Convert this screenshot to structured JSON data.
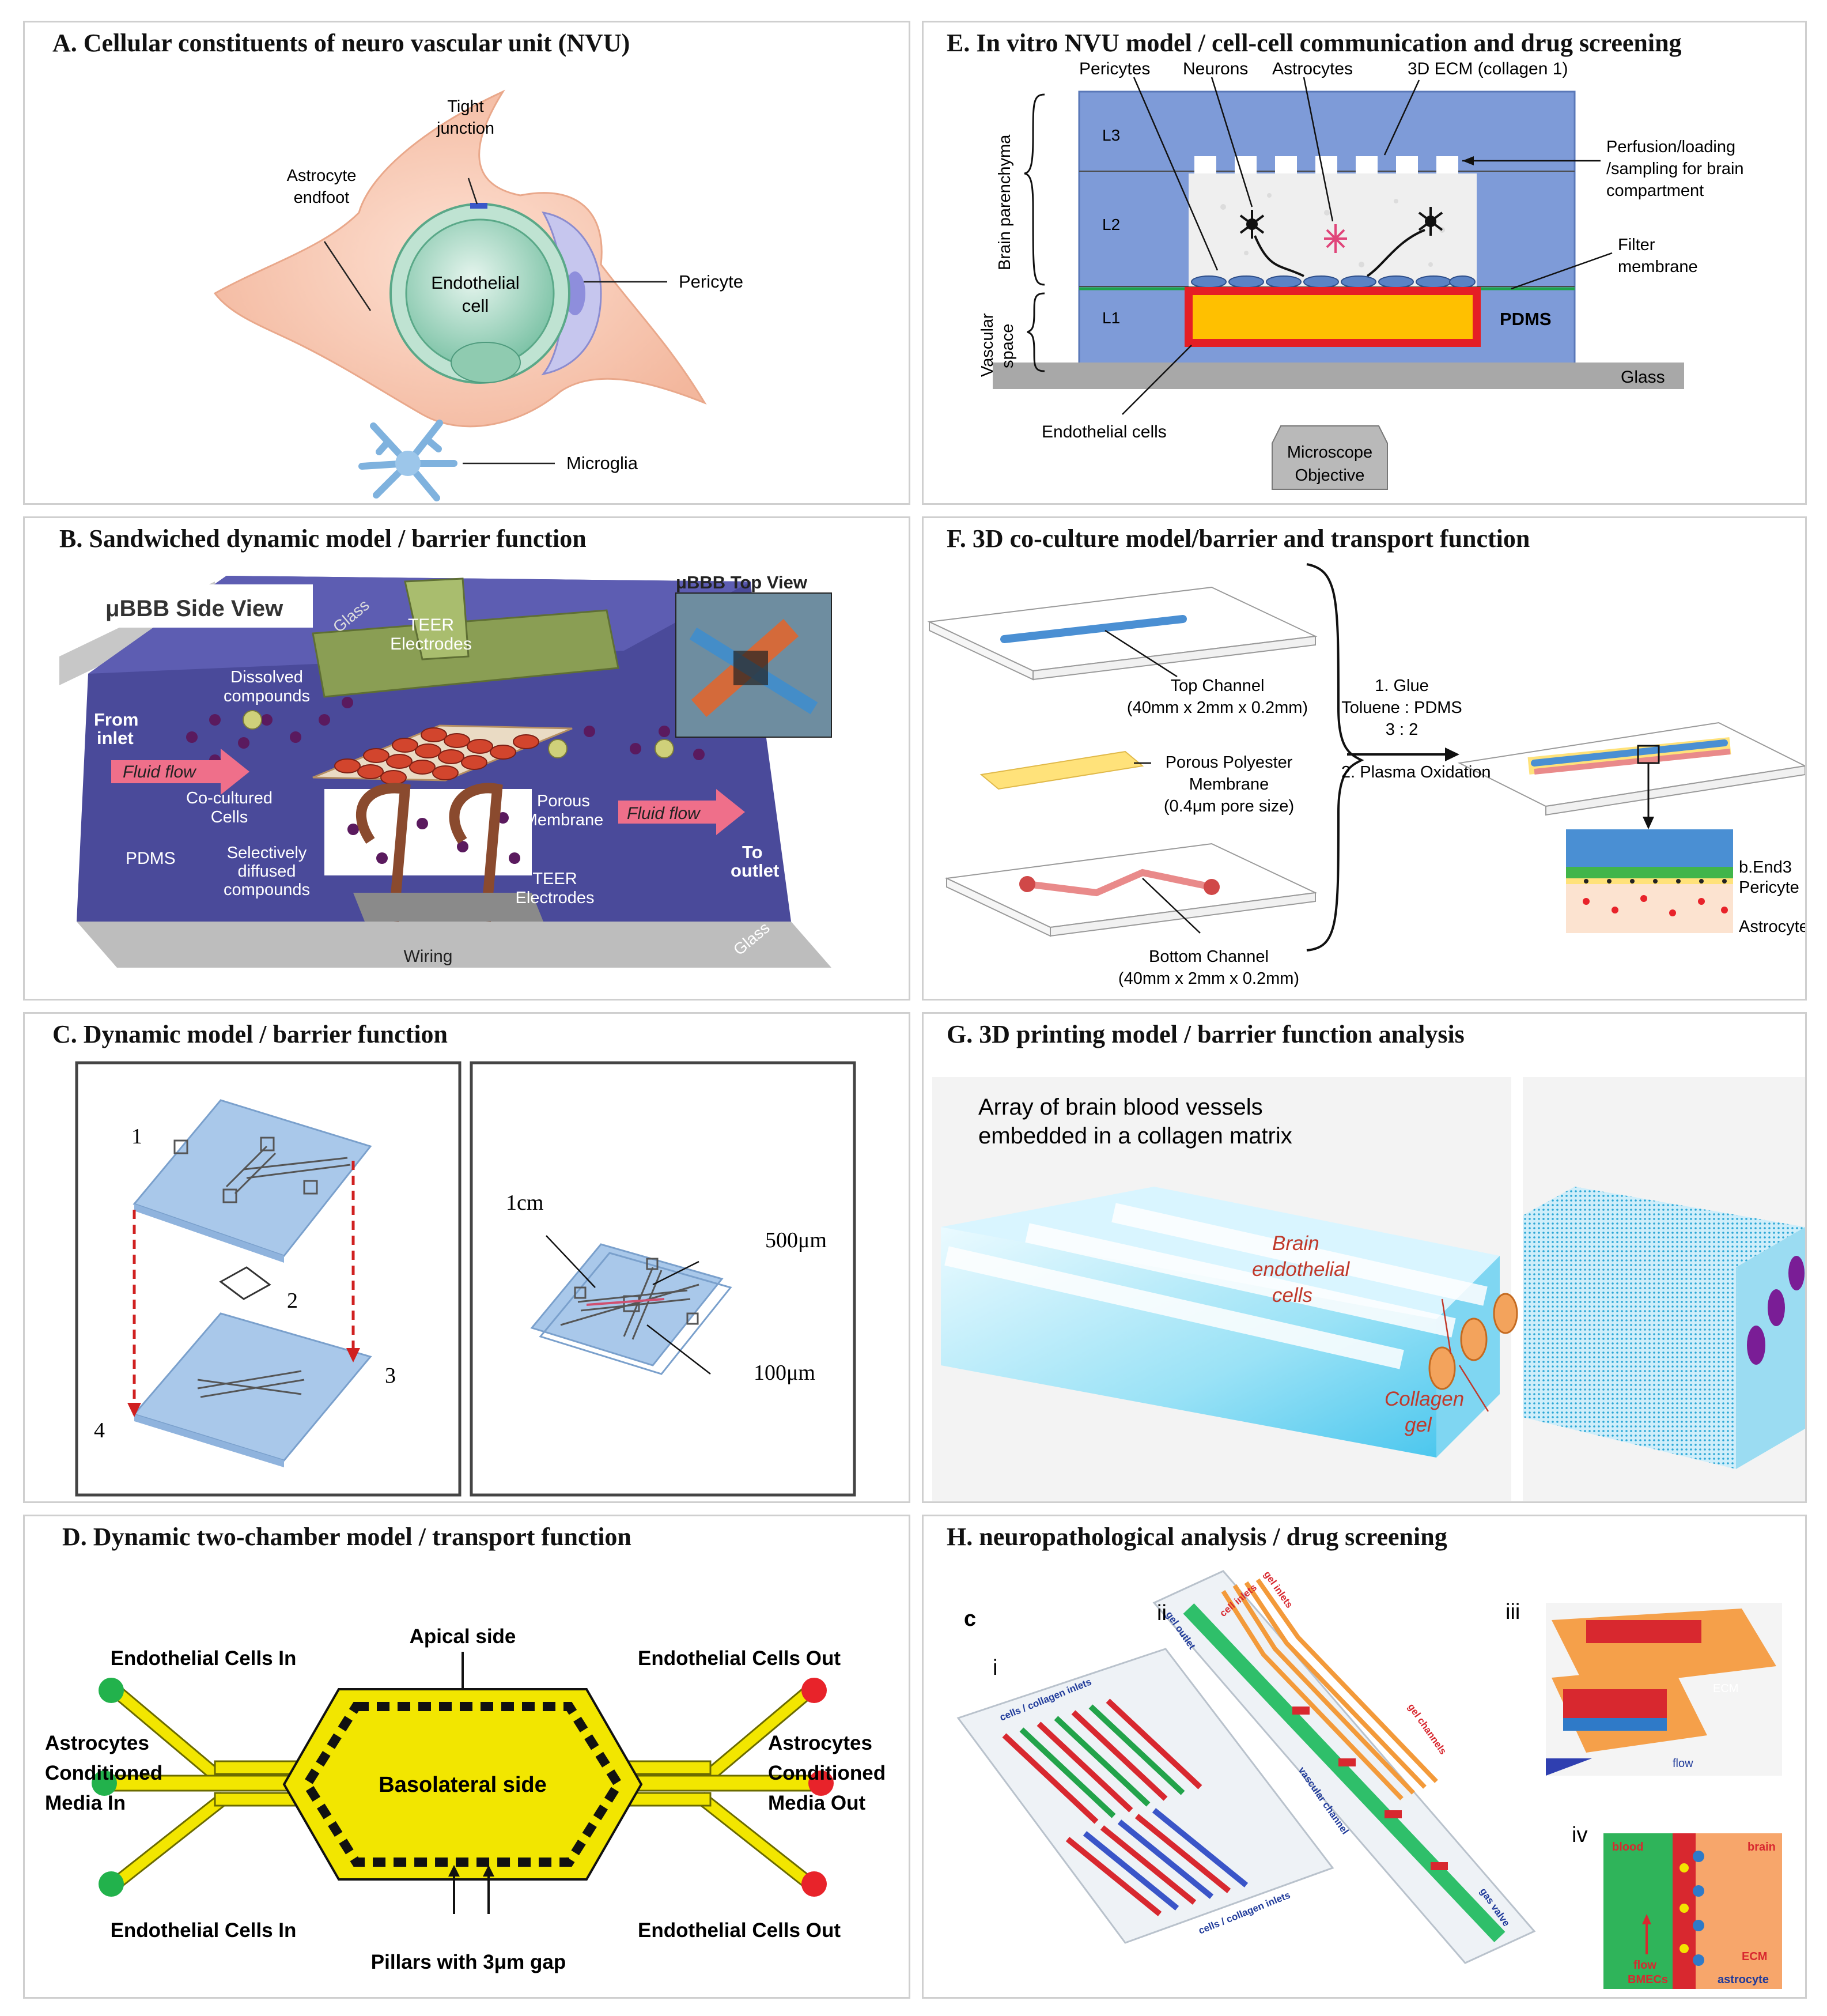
{
  "panels": {
    "A": {
      "title": "A. Cellular constituents of neuro vascular unit (NVU)",
      "labels": {
        "tight_junction_1": "Tight",
        "tight_junction_2": "junction",
        "astrocyte_endfoot_1": "Astrocyte",
        "astrocyte_endfoot_2": "endfoot",
        "pericyte": "Pericyte",
        "endothelial_1": "Endothelial",
        "endothelial_2": "cell",
        "microglia": "Microglia"
      }
    },
    "B": {
      "title": "B. Sandwiched dynamic model / barrier function",
      "labels": {
        "side_view": "μBBB Side View",
        "top_view": "μBBB Top View",
        "glass_top": "Glass",
        "teer_top_1": "TEER",
        "teer_top_2": "Electrodes",
        "dissolved_1": "Dissolved",
        "dissolved_2": "compounds",
        "from_inlet_1": "From",
        "from_inlet_2": "inlet",
        "fluid_flow": "Fluid flow",
        "cocultured_1": "Co-cultured",
        "cocultured_2": "Cells",
        "porous_1": "Porous",
        "porous_2": "Membrane",
        "fluid_flow_2": "Fluid flow",
        "to_outlet_1": "To",
        "to_outlet_2": "outlet",
        "pdms": "PDMS",
        "selective_1": "Selectively",
        "selective_2": "diffused",
        "selective_3": "compounds",
        "teer_bottom_1": "TEER",
        "teer_bottom_2": "Electrodes",
        "wiring": "Wiring",
        "glass_bottom": "Glass"
      }
    },
    "C": {
      "title": "C. Dynamic model / barrier function",
      "labels": {
        "n1": "1",
        "n2": "2",
        "n3": "3",
        "n4": "4",
        "cm": "1cm",
        "um500": "500μm",
        "um100": "100μm"
      }
    },
    "D": {
      "title": "D. Dynamic two-chamber model / transport function",
      "labels": {
        "apical": "Apical side",
        "basolateral": "Basolateral side",
        "endo_in_top": "Endothelial Cells In",
        "endo_out_top": "Endothelial Cells Out",
        "endo_in_bottom": "Endothelial Cells In",
        "endo_out_bottom": "Endothelial Cells Out",
        "astro_in_1": "Astrocytes",
        "astro_in_2": "Conditioned",
        "astro_in_3": "Media In",
        "astro_out_1": "Astrocytes",
        "astro_out_2": "Conditioned",
        "astro_out_3": "Media Out",
        "pillars": "Pillars with 3μm gap"
      },
      "colors": {
        "chamber": "#f2e600",
        "in_port": "#22b24c",
        "out_port": "#e8232a"
      }
    },
    "E": {
      "title": "E. In vitro NVU model / cell-cell communication and drug screening",
      "labels": {
        "pericytes": "Pericytes",
        "neurons": "Neurons",
        "astrocytes": "Astrocytes",
        "ecm": "3D ECM (collagen 1)",
        "brain_parenchyma": "Brain parenchyma",
        "vascular_space_1": "Vascular",
        "vascular_space_2": "space",
        "l1": "L1",
        "l2": "L2",
        "l3": "L3",
        "perfusion_1": "Perfusion/loading",
        "perfusion_2": "/sampling for brain",
        "perfusion_3": "compartment",
        "filter_1": "Filter",
        "filter_2": "membrane",
        "pdms": "PDMS",
        "glass": "Glass",
        "endothelial": "Endothelial cells",
        "microscope_1": "Microscope",
        "microscope_2": "Objective"
      }
    },
    "F": {
      "title": "F. 3D co-culture model/barrier and transport function",
      "labels": {
        "top_channel_1": "Top Channel",
        "top_channel_2": "(40mm x 2mm x 0.2mm)",
        "membrane_1": "Porous Polyester",
        "membrane_2": "Membrane",
        "membrane_3": "(0.4μm pore size)",
        "bottom_channel_1": "Bottom Channel",
        "bottom_channel_2": "(40mm x 2mm x 0.2mm)",
        "step1_1": "1. Glue",
        "step1_2": "Toluene : PDMS",
        "step1_3": "3 : 2",
        "step2": "2. Plasma Oxidation",
        "bend3": "b.End3",
        "pericyte": "Pericyte",
        "astrocyte": "Astrocyte"
      }
    },
    "G": {
      "title": "G. 3D printing model / barrier function analysis",
      "labels": {
        "array_1": "Array of brain blood vessels",
        "array_2": "embedded in a collagen matrix",
        "brain_1": "Brain",
        "brain_2": "endothelial",
        "brain_3": "cells",
        "collagen_1": "Collagen",
        "collagen_2": "gel"
      }
    },
    "H": {
      "title": "H. neuropathological analysis / drug screening",
      "labels": {
        "c": "c",
        "i": "i",
        "ii": "ii",
        "iii": "iii",
        "iv": "iv",
        "cells_inlets": "cells / collagen inlets",
        "cells_inlets_2": "cells / collagen inlets",
        "gel_inlets": "gel inlets",
        "gel_outlet": "gel outlet",
        "cell_inlets": "cell inlets",
        "gel_channels": "gel channels",
        "vascular_channel": "vascular channel",
        "gas_valve": "gas valve",
        "ecm_iii": "ECM",
        "flow_iii": "flow",
        "blood": "blood",
        "brain": "brain",
        "flow": "flow",
        "bmecs": "BMECs",
        "ecm": "ECM",
        "astrocyte": "astrocyte"
      }
    }
  }
}
